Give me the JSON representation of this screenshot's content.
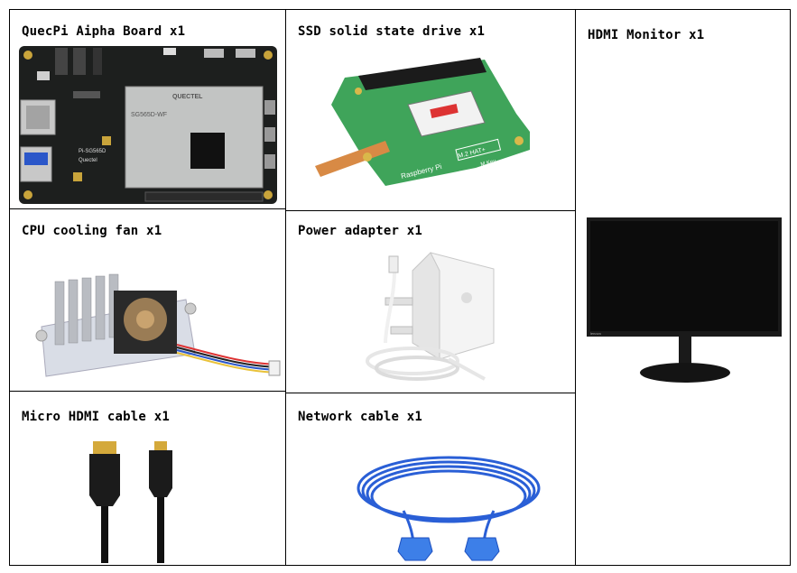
{
  "items": [
    {
      "id": "board",
      "label": "QuecPi Aipha Board x1"
    },
    {
      "id": "ssd",
      "label": "SSD solid state drive x1"
    },
    {
      "id": "monitor",
      "label": "HDMI Monitor x1"
    },
    {
      "id": "fan",
      "label": "CPU cooling fan x1"
    },
    {
      "id": "power",
      "label": "Power adapter x1"
    },
    {
      "id": "hdmi",
      "label": "Micro HDMI cable x1"
    },
    {
      "id": "network",
      "label": "Network cable x1"
    }
  ],
  "images": {
    "board_chip_text": "SG565D-WF",
    "board_brand": "QUECTEL",
    "board_small_text": "Pi-SG565D",
    "board_small_text2": "Quectel",
    "ssd_board_text": "Raspberry Pi",
    "ssd_badge_text": "M.2 HAT+",
    "ssd_key_text": "M Key",
    "monitor_brand": "lenovo"
  },
  "colors": {
    "border": "#000000",
    "ssd_pcb": "#3fa45a",
    "network_cable": "#2a5fd6"
  }
}
